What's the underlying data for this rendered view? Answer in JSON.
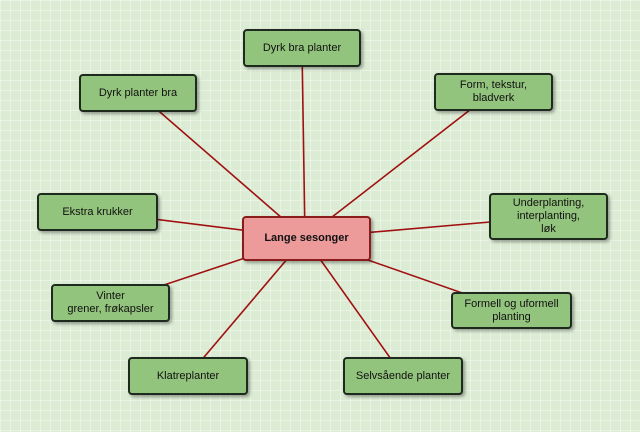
{
  "diagram": {
    "center": {
      "label": "Lange sesonger"
    },
    "nodes": [
      {
        "id": "dyrk-bra-planter",
        "label": "Dyrk bra planter"
      },
      {
        "id": "form-tekstur",
        "label": "Form, tekstur,\nbladverk"
      },
      {
        "id": "underplanting",
        "label": "Underplanting,\ninterplanting,\nløk"
      },
      {
        "id": "formell-uformell",
        "label": "Formell og uformell\nplanting"
      },
      {
        "id": "selvsaende",
        "label": "Selvsående planter"
      },
      {
        "id": "klatreplanter",
        "label": "Klatreplanter"
      },
      {
        "id": "vinter",
        "label": "Vinter\ngrener, frøkapsler"
      },
      {
        "id": "ekstra-krukker",
        "label": "Ekstra krukker"
      },
      {
        "id": "dyrk-planter-bra",
        "label": "Dyrk planter bra"
      }
    ],
    "colors": {
      "node_fill": "#93c47d",
      "center_fill": "#ec9a9a",
      "link_color": "#a01010",
      "background": "#dcecd4"
    }
  }
}
